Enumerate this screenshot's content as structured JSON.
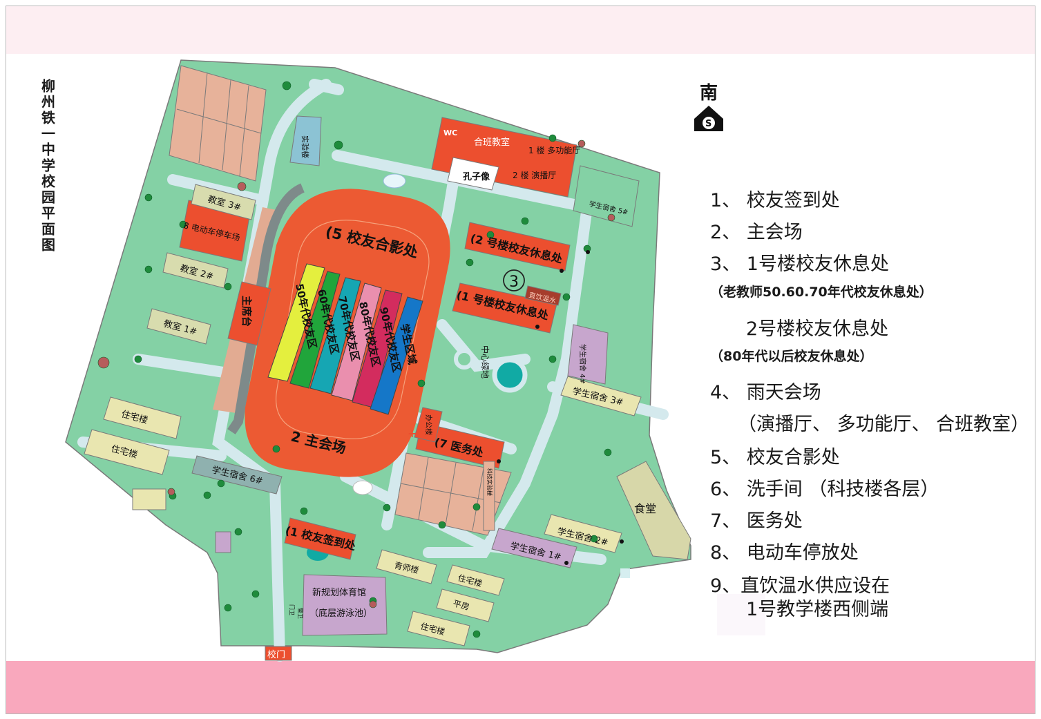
{
  "title": "柳州铁一中学校园平面图",
  "compass": {
    "label": "南",
    "letter": "S"
  },
  "colors": {
    "lawn": "#84d1a5",
    "path": "#d4e9ed",
    "building": "#ec4f2f",
    "track": "#ec5a33",
    "residential": "#e9e6b0",
    "dorm": "#8fb1af",
    "pink": "#f9a8bd"
  },
  "legend": [
    {
      "text": "1、  校友签到处"
    },
    {
      "text": "2、  主会场"
    },
    {
      "text": "3、  1号楼校友休息处"
    },
    {
      "text": "（老教师50.60.70年代校友休息处）"
    },
    {
      "text": "2号楼校友休息处"
    },
    {
      "text": "（80年代以后校友休息处）"
    },
    {
      "text": "4、  雨天会场"
    },
    {
      "text": "（演播厅、 多功能厅、 合班教室）"
    },
    {
      "text": "5、  校友合影处"
    },
    {
      "text": "6、  洗手间 （科技楼各层）"
    },
    {
      "text": "7、  医务处"
    },
    {
      "text": "8、  电动车停放处"
    },
    {
      "text": "9、直饮温水供应设在"
    },
    {
      "text": "1号教学楼西侧端"
    }
  ],
  "map_labels": {
    "photo_area": "(5 校友合影处",
    "main_venue": "2 主会场",
    "zones": [
      "50年代校友区",
      "60年代校友区",
      "70年代校友区",
      "80年代校友区",
      "90年代校友区",
      "学生区域"
    ],
    "building2": "(2 号楼校友休息处",
    "building1": "(1 号楼校友休息处",
    "water": "直饮温水",
    "marker3": "3",
    "wc": "WC",
    "heban": "合班教室",
    "duogongneng": "1 楼 多功能厅",
    "yanbo": "2 楼 演播厅",
    "confucius": "孔子像",
    "lab": "实验楼",
    "zhuxitai": "主席台",
    "ebike": "8 电动车停车场",
    "class3": "教室 3#",
    "class2": "教室 2#",
    "class1": "教室 1#",
    "zhuzhai1": "住宅楼",
    "zhuzhai2": "住宅楼",
    "zhuzhai3": "住宅楼",
    "zhuzhai4": "住宅楼",
    "dorm6": "学生宿舍 6#",
    "dorm5": "学生宿舍 5#",
    "dorm4": "学生宿舍 4#",
    "dorm3": "学生宿舍 3#",
    "dorm2": "学生宿舍 2#",
    "dorm1": "学生宿舍 1#",
    "checkin": "(1 校友签到处",
    "gym1": "新规划体育馆",
    "gym2": "（底层游泳池）",
    "youth": "青师楼",
    "pingfang": "平房",
    "office": "办公楼",
    "clinic": "(7 医务处",
    "canteen": "食堂",
    "gate": "校门",
    "center": "中心绿地",
    "gatehouse": "门卫",
    "guard": "警卫",
    "tech": "科技实验楼"
  }
}
